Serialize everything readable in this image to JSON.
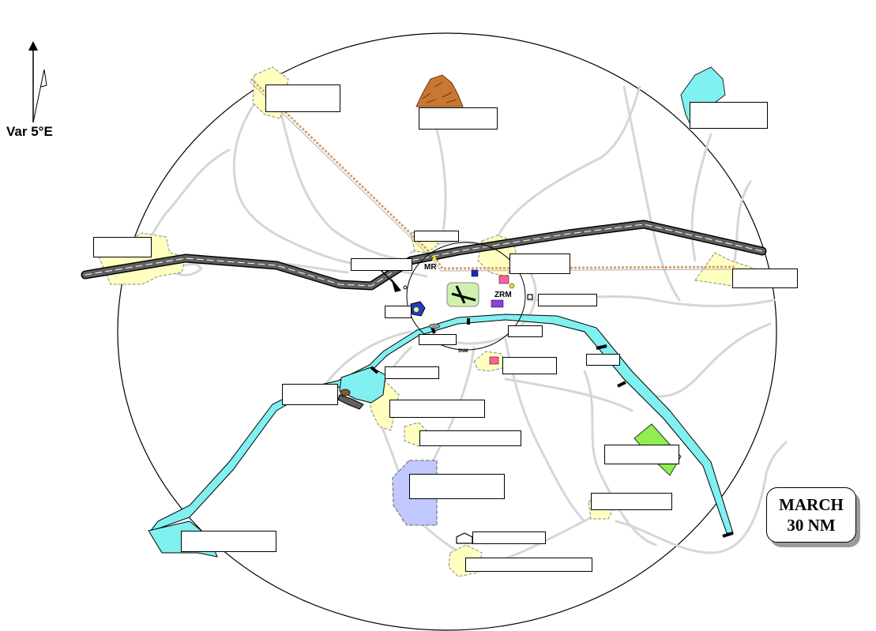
{
  "north_arrow": {
    "label": "Var 5°E"
  },
  "map_labels": {
    "mr": "MR",
    "zrm": "ZRM",
    "five_nm": "5NM"
  },
  "scale_box": {
    "line1": "MARCH",
    "line2": "30 NM"
  },
  "colors": {
    "town": "#ffffc0",
    "water": "#80f0f0",
    "road": "#d6d6d6",
    "highway": "#555555",
    "forest": "#90ee50",
    "restricted_area": "#c0c8ff",
    "hill": "#c87830",
    "railway": "#d8a070"
  }
}
